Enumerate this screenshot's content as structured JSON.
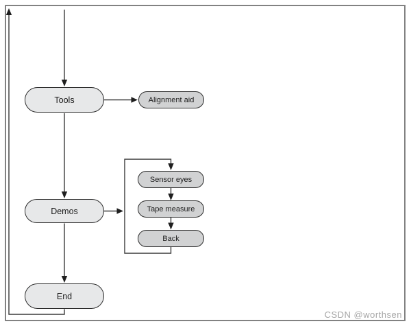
{
  "figure": {
    "description": "Menu structure flowchart",
    "watermark": "CSDN @worthsen"
  },
  "nodes": {
    "tools": {
      "label": "Tools",
      "type": "main"
    },
    "demos": {
      "label": "Demos",
      "type": "main"
    },
    "end": {
      "label": "End",
      "type": "main"
    },
    "alignment_aid": {
      "label": "Alignment aid",
      "type": "sub"
    },
    "sensor_eyes": {
      "label": "Sensor eyes",
      "type": "sub"
    },
    "tape_measure": {
      "label": "Tape measure",
      "type": "sub"
    },
    "back": {
      "label": "Back",
      "type": "sub"
    }
  },
  "edges": [
    {
      "from": "start",
      "to": "Tools",
      "style": "arrow-down"
    },
    {
      "from": "Tools",
      "to": "Alignment aid",
      "style": "arrow-right"
    },
    {
      "from": "Tools",
      "to": "Demos",
      "style": "arrow-down"
    },
    {
      "from": "Demos",
      "to": "Sensor eyes",
      "style": "arrow-right-then-loop-top"
    },
    {
      "from": "Sensor eyes",
      "to": "Tape measure",
      "style": "arrow-down"
    },
    {
      "from": "Tape measure",
      "to": "Back",
      "style": "arrow-down"
    },
    {
      "from": "Back",
      "to": "loop-return",
      "style": "line-down-left"
    },
    {
      "from": "Demos",
      "to": "End",
      "style": "arrow-down"
    },
    {
      "from": "End",
      "to": "start",
      "style": "loop-left-up-arrow"
    }
  ],
  "colors": {
    "main_node_fill": "#e7e8e9",
    "sub_node_fill": "#d1d2d3",
    "node_border": "#2d2d2d",
    "connector": "#3a3a3a",
    "frame_border": "#828282",
    "watermark_text": "#a6a6a6"
  }
}
